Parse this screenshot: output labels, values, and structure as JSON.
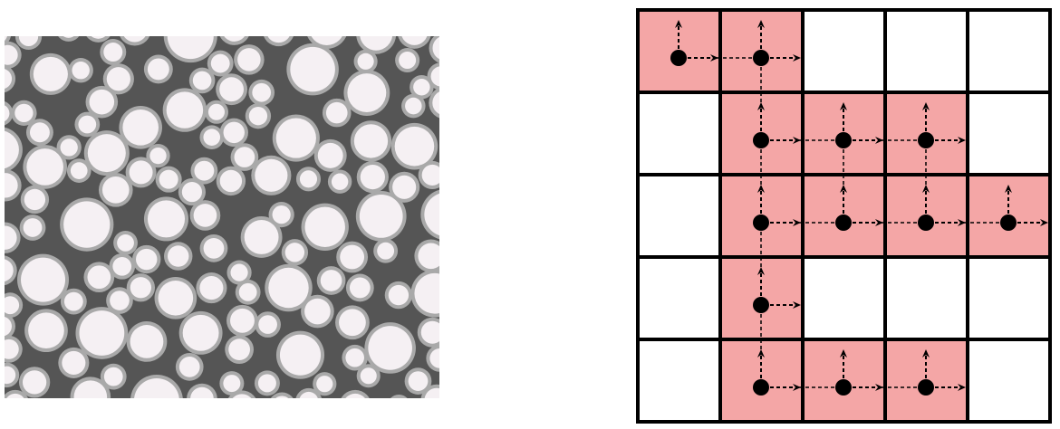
{
  "colors": {
    "matrix": "#555555",
    "coating": "#a9a9a9",
    "particle": "#f5f0f3",
    "occupied_cell": "#f4a6a6",
    "empty_cell": "#ffffff",
    "grid_line": "#000000",
    "node": "#000000"
  },
  "microstructure": {
    "description_icon": "particle-packing-image"
  },
  "grid": {
    "rows": 5,
    "cols": 5,
    "occupied": [
      [
        true,
        true,
        false,
        false,
        false
      ],
      [
        false,
        true,
        true,
        true,
        false
      ],
      [
        false,
        true,
        true,
        true,
        true
      ],
      [
        false,
        true,
        false,
        false,
        false
      ],
      [
        false,
        true,
        true,
        true,
        false
      ]
    ],
    "arrows": [
      "up",
      "right"
    ]
  }
}
